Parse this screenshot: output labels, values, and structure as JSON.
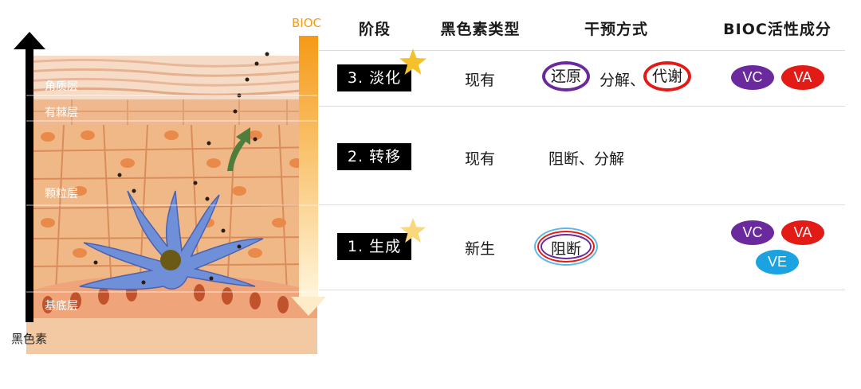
{
  "headers": {
    "stage": "阶段",
    "melanin_type": "黑色素类型",
    "intervention": "干预方式",
    "bioc": "BIOC活性成分"
  },
  "arrows": {
    "melanin": "黑色素",
    "bioc": "BIOC"
  },
  "skin_layers": [
    "角质层",
    "有棘层",
    "颗粒层",
    "基底层"
  ],
  "rows": [
    {
      "stage": "3. 淡化",
      "type": "现有",
      "intervention": {
        "reduce": "还原",
        "middle": "分解、",
        "metabolize": "代谢"
      },
      "ingredients": [
        "VC",
        "VA"
      ]
    },
    {
      "stage": "2. 转移",
      "type": "现有",
      "intervention": {
        "text": "阻断、分解"
      },
      "ingredients": []
    },
    {
      "stage": "1. 生成",
      "type": "新生",
      "intervention": {
        "block": "阻断"
      },
      "ingredients": [
        "VC",
        "VA",
        "VE"
      ]
    }
  ],
  "colors": {
    "vc": "#6a2a9e",
    "va": "#e31b17",
    "ve": "#1aa3e0",
    "star": "#f6c02b",
    "bioc_arrow": "#f59a17"
  }
}
